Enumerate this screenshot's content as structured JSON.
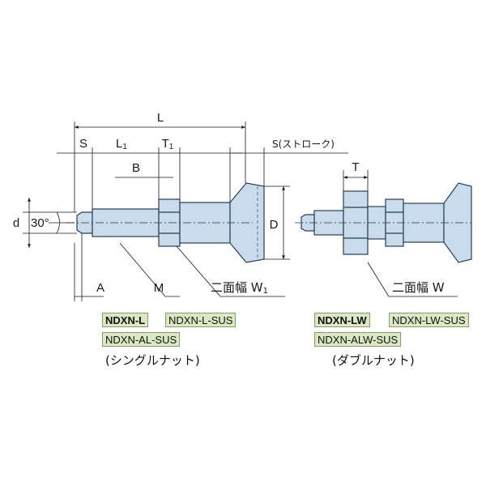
{
  "labels": {
    "L": "L",
    "S": "S",
    "L1_main": "L",
    "L1_sub": "1",
    "T1_main": "T",
    "T1_sub": "1",
    "S_stroke": "S(ストローク)",
    "B": "B",
    "d": "d",
    "angle": "30°",
    "D": "D",
    "A": "A",
    "M": "M",
    "width_left_main": "二面幅 W",
    "width_left_sub": "1",
    "T_right": "T",
    "width_right": "二面幅 W"
  },
  "models_left": [
    "NDXN-L",
    "NDXN-L-SUS",
    "NDXN-AL-SUS"
  ],
  "models_right": [
    "NDXN-LW",
    "NDXN-LW-SUS",
    "NDXN-ALW-SUS"
  ],
  "caption_left": "(シングルナット)",
  "caption_right": "(ダブルナット)",
  "colors": {
    "part_fill": "#c9dcee",
    "part_stroke": "#2a3e55",
    "model_bg": "#dbe8c4"
  }
}
